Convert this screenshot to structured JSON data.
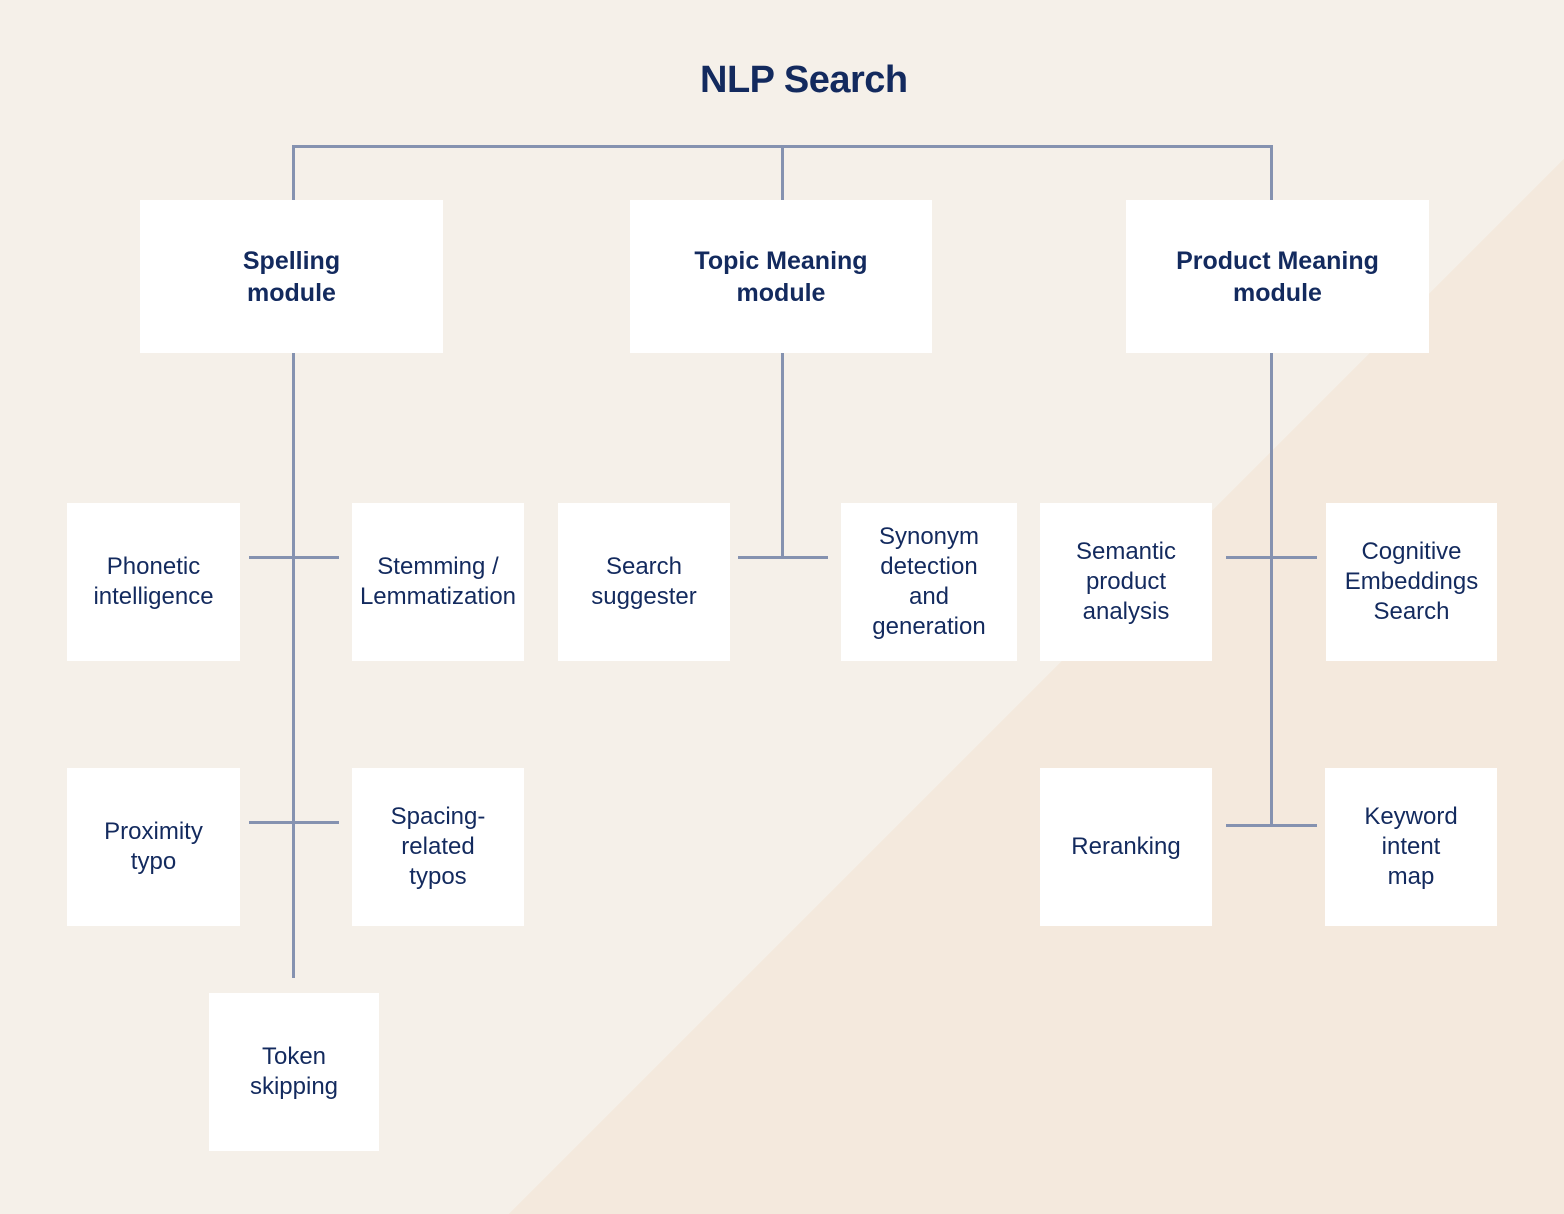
{
  "title": "NLP Search",
  "colors": {
    "background_light": "#f5f0e9",
    "background_dark": "#f4e9dd",
    "node_background": "#ffffff",
    "text_navy": "#132a5e",
    "connector_blue_gray": "#8592b0"
  },
  "nodes": {
    "spelling": {
      "label": "Spelling\nmodule"
    },
    "topic": {
      "label": "Topic Meaning\nmodule"
    },
    "product": {
      "label": "Product Meaning\nmodule"
    },
    "phonetic": {
      "label": "Phonetic\nintelligence"
    },
    "stemming": {
      "label": "Stemming /\nLemmatization"
    },
    "search": {
      "label": "Search\nsuggester"
    },
    "synonym": {
      "label": "Synonym\ndetection\nand\ngeneration"
    },
    "semantic": {
      "label": "Semantic\nproduct\nanalysis"
    },
    "cognitive": {
      "label": "Cognitive\nEmbeddings\nSearch"
    },
    "proximity": {
      "label": "Proximity\ntypo"
    },
    "spacing": {
      "label": "Spacing-\nrelated\ntypos"
    },
    "reranking": {
      "label": "Reranking"
    },
    "keyword": {
      "label": "Keyword\nintent\nmap"
    },
    "token": {
      "label": "Token\nskipping"
    }
  },
  "hierarchy": {
    "root": "NLP Search",
    "branches": [
      {
        "module": "Spelling module",
        "children": [
          "Phonetic intelligence",
          "Stemming / Lemmatization",
          "Proximity typo",
          "Spacing-related typos",
          "Token skipping"
        ]
      },
      {
        "module": "Topic Meaning module",
        "children": [
          "Search suggester",
          "Synonym detection and generation"
        ]
      },
      {
        "module": "Product Meaning module",
        "children": [
          "Semantic product analysis",
          "Cognitive Embeddings Search",
          "Reranking",
          "Keyword intent map"
        ]
      }
    ]
  }
}
